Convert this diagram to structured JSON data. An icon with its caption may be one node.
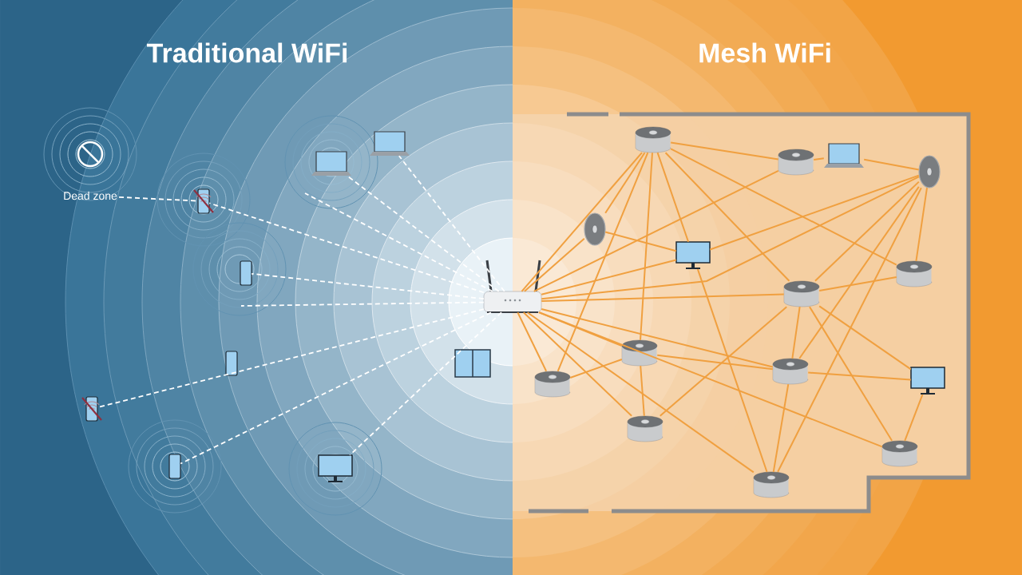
{
  "diagram": {
    "nodes": [
      {
        "text": [],
        "shape": "router"
      },
      {
        "text": [
          "Dead zone"
        ]
      },
      {
        "text": [],
        "shape": "phone"
      },
      {
        "text": [],
        "shape": "laptop"
      },
      {
        "text": [],
        "shape": "laptop"
      },
      {
        "text": [],
        "shape": "phone"
      },
      {
        "text": [],
        "shape": "phone"
      },
      {
        "text": [],
        "shape": "phone"
      },
      {
        "text": [],
        "shape": "phone"
      },
      {
        "text": [],
        "shape": "monitor"
      },
      {
        "text": [],
        "shape": "window"
      },
      {
        "text": [],
        "shape": "cylinder"
      },
      {
        "text": [],
        "shape": "cylinder"
      },
      {
        "text": [],
        "shape": "laptop"
      },
      {
        "text": [],
        "shape": "oval"
      },
      {
        "text": [],
        "shape": "oval"
      },
      {
        "text": [],
        "shape": "monitor"
      },
      {
        "text": [],
        "shape": "cylinder"
      },
      {
        "text": [],
        "shape": "cylinder"
      },
      {
        "text": [],
        "shape": "cylinder"
      },
      {
        "text": [],
        "shape": "cylinder"
      },
      {
        "text": [],
        "shape": "cylinder"
      },
      {
        "text": [],
        "shape": "monitor"
      },
      {
        "text": [],
        "shape": "cylinder"
      },
      {
        "text": [],
        "shape": "cylinder"
      },
      {
        "text": [],
        "shape": "cylinder"
      }
    ],
    "edges": [
      {
        "from": 1,
        "to": 2,
        "arrow": "none",
        "style": "dashed",
        "color": "#ffffff"
      },
      {
        "from": 0,
        "to": 4,
        "arrow": "none",
        "style": "dashed",
        "color": "#ffffff"
      },
      {
        "from": 0,
        "to": 3,
        "arrow": "none",
        "style": "dashed",
        "color": "#ffffff"
      },
      {
        "from": 0,
        "to": null,
        "arrow": "none",
        "style": "dashed",
        "color": "#ffffff"
      },
      {
        "from": 0,
        "to": 2,
        "arrow": "none",
        "style": "dashed",
        "color": "#ffffff"
      },
      {
        "from": 0,
        "to": 5,
        "arrow": "none",
        "style": "dashed",
        "color": "#ffffff"
      },
      {
        "from": 0,
        "to": null,
        "arrow": "none",
        "style": "dashed",
        "color": "#ffffff"
      },
      {
        "from": 0,
        "to": 7,
        "arrow": "none",
        "style": "dashed",
        "color": "#ffffff"
      },
      {
        "from": 0,
        "to": 8,
        "arrow": "none",
        "style": "dashed",
        "color": "#ffffff"
      },
      {
        "from": 0,
        "to": 9,
        "arrow": "none",
        "style": "dashed",
        "color": "#ffffff"
      },
      {
        "from": 0,
        "to": 15,
        "arrow": "none"
      },
      {
        "from": 0,
        "to": 16,
        "arrow": "none"
      },
      {
        "from": 0,
        "to": 12,
        "arrow": "none"
      },
      {
        "from": 0,
        "to": 18,
        "arrow": "none"
      },
      {
        "from": 0,
        "to": 14,
        "arrow": "none"
      },
      {
        "from": 0,
        "to": 11,
        "arrow": "none"
      },
      {
        "from": 0,
        "to": 19,
        "arrow": "none"
      },
      {
        "from": 0,
        "to": 20,
        "arrow": "none"
      },
      {
        "from": 0,
        "to": 23,
        "arrow": "none"
      },
      {
        "from": 0,
        "to": 25,
        "arrow": "none"
      },
      {
        "from": 0,
        "to": 24,
        "arrow": "none"
      },
      {
        "from": 0,
        "to": 21,
        "arrow": "none"
      },
      {
        "from": 11,
        "to": 15,
        "arrow": "none"
      },
      {
        "from": 11,
        "to": 16,
        "arrow": "none"
      },
      {
        "from": 11,
        "to": 20,
        "arrow": "none"
      },
      {
        "from": 11,
        "to": 19,
        "arrow": "none"
      },
      {
        "from": 11,
        "to": 18,
        "arrow": "none"
      },
      {
        "from": 11,
        "to": 17,
        "arrow": "none"
      },
      {
        "from": 11,
        "to": 12,
        "arrow": "none"
      },
      {
        "from": 12,
        "to": 13,
        "arrow": "none"
      },
      {
        "from": 13,
        "to": 14,
        "arrow": "none"
      },
      {
        "from": 15,
        "to": 16,
        "arrow": "none"
      },
      {
        "from": 14,
        "to": 16,
        "arrow": "none"
      },
      {
        "from": 14,
        "to": 18,
        "arrow": "none"
      },
      {
        "from": 14,
        "to": 17,
        "arrow": "none"
      },
      {
        "from": 14,
        "to": 21,
        "arrow": "none"
      },
      {
        "from": 14,
        "to": 25,
        "arrow": "none"
      },
      {
        "from": 16,
        "to": 25,
        "arrow": "none"
      },
      {
        "from": 17,
        "to": 18,
        "arrow": "none"
      },
      {
        "from": 18,
        "to": 21,
        "arrow": "none"
      },
      {
        "from": 18,
        "to": 22,
        "arrow": "none"
      },
      {
        "from": 18,
        "to": 23,
        "arrow": "none"
      },
      {
        "from": 18,
        "to": 24,
        "arrow": "none"
      },
      {
        "from": 19,
        "to": 23,
        "arrow": "none"
      },
      {
        "from": 19,
        "to": 21,
        "arrow": "none"
      },
      {
        "from": 19,
        "to": 20,
        "arrow": "none"
      },
      {
        "from": 21,
        "to": 22,
        "arrow": "none"
      },
      {
        "from": 22,
        "to": 24,
        "arrow": "none"
      },
      {
        "from": 21,
        "to": 25,
        "arrow": "none"
      }
    ],
    "labels": [
      "Traditional WiFi",
      "Mesh WiFi"
    ]
  }
}
